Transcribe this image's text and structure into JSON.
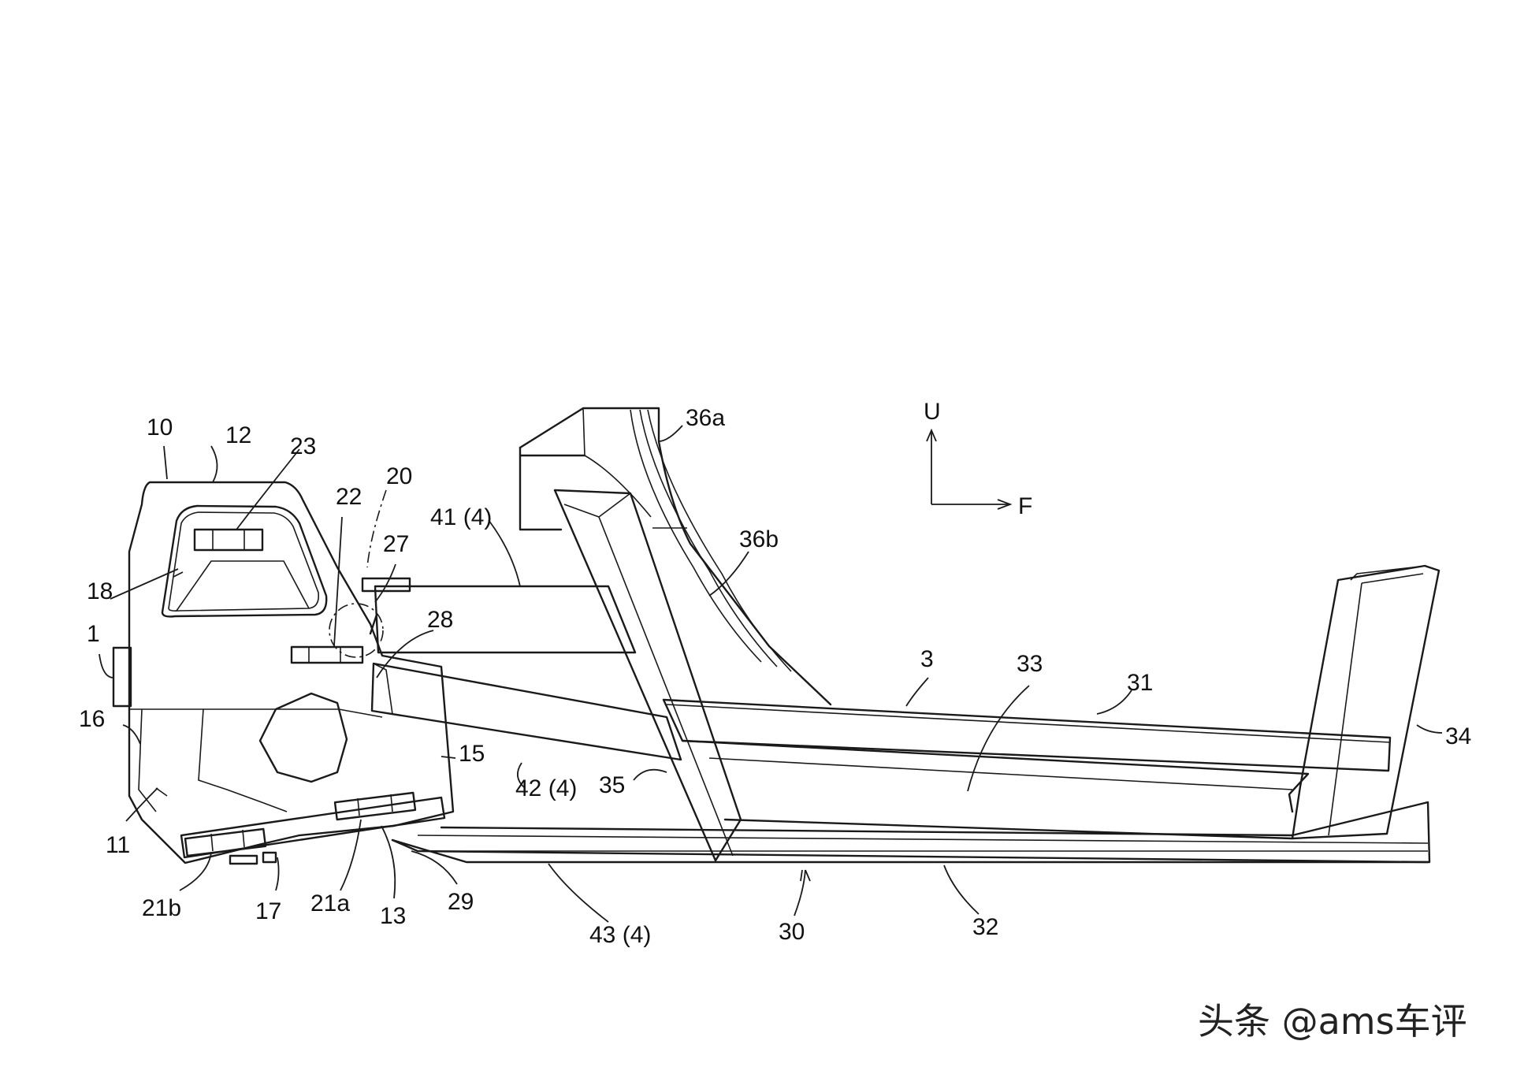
{
  "diagram": {
    "direction": {
      "up": "U",
      "forward": "F"
    },
    "labels": [
      {
        "id": "l10",
        "text": "10"
      },
      {
        "id": "l12",
        "text": "12"
      },
      {
        "id": "l23",
        "text": "23"
      },
      {
        "id": "l22",
        "text": "22"
      },
      {
        "id": "l20",
        "text": "20"
      },
      {
        "id": "l27",
        "text": "27"
      },
      {
        "id": "l41",
        "text": "41 (4)"
      },
      {
        "id": "l36a",
        "text": "36a"
      },
      {
        "id": "l36b",
        "text": "36b"
      },
      {
        "id": "l18",
        "text": "18"
      },
      {
        "id": "l1",
        "text": "1"
      },
      {
        "id": "l28",
        "text": "28"
      },
      {
        "id": "l3",
        "text": "3"
      },
      {
        "id": "l33",
        "text": "33"
      },
      {
        "id": "l31",
        "text": "31"
      },
      {
        "id": "l16",
        "text": "16"
      },
      {
        "id": "l15",
        "text": "15"
      },
      {
        "id": "l34",
        "text": "34"
      },
      {
        "id": "l42",
        "text": "42 (4)"
      },
      {
        "id": "l35",
        "text": "35"
      },
      {
        "id": "l11",
        "text": "11"
      },
      {
        "id": "l21b",
        "text": "21b"
      },
      {
        "id": "l17",
        "text": "17"
      },
      {
        "id": "l21a",
        "text": "21a"
      },
      {
        "id": "l13",
        "text": "13"
      },
      {
        "id": "l29",
        "text": "29"
      },
      {
        "id": "l43",
        "text": "43 (4)"
      },
      {
        "id": "l30",
        "text": "30"
      },
      {
        "id": "l32",
        "text": "32"
      }
    ]
  },
  "watermark": "头条 @ams车评"
}
